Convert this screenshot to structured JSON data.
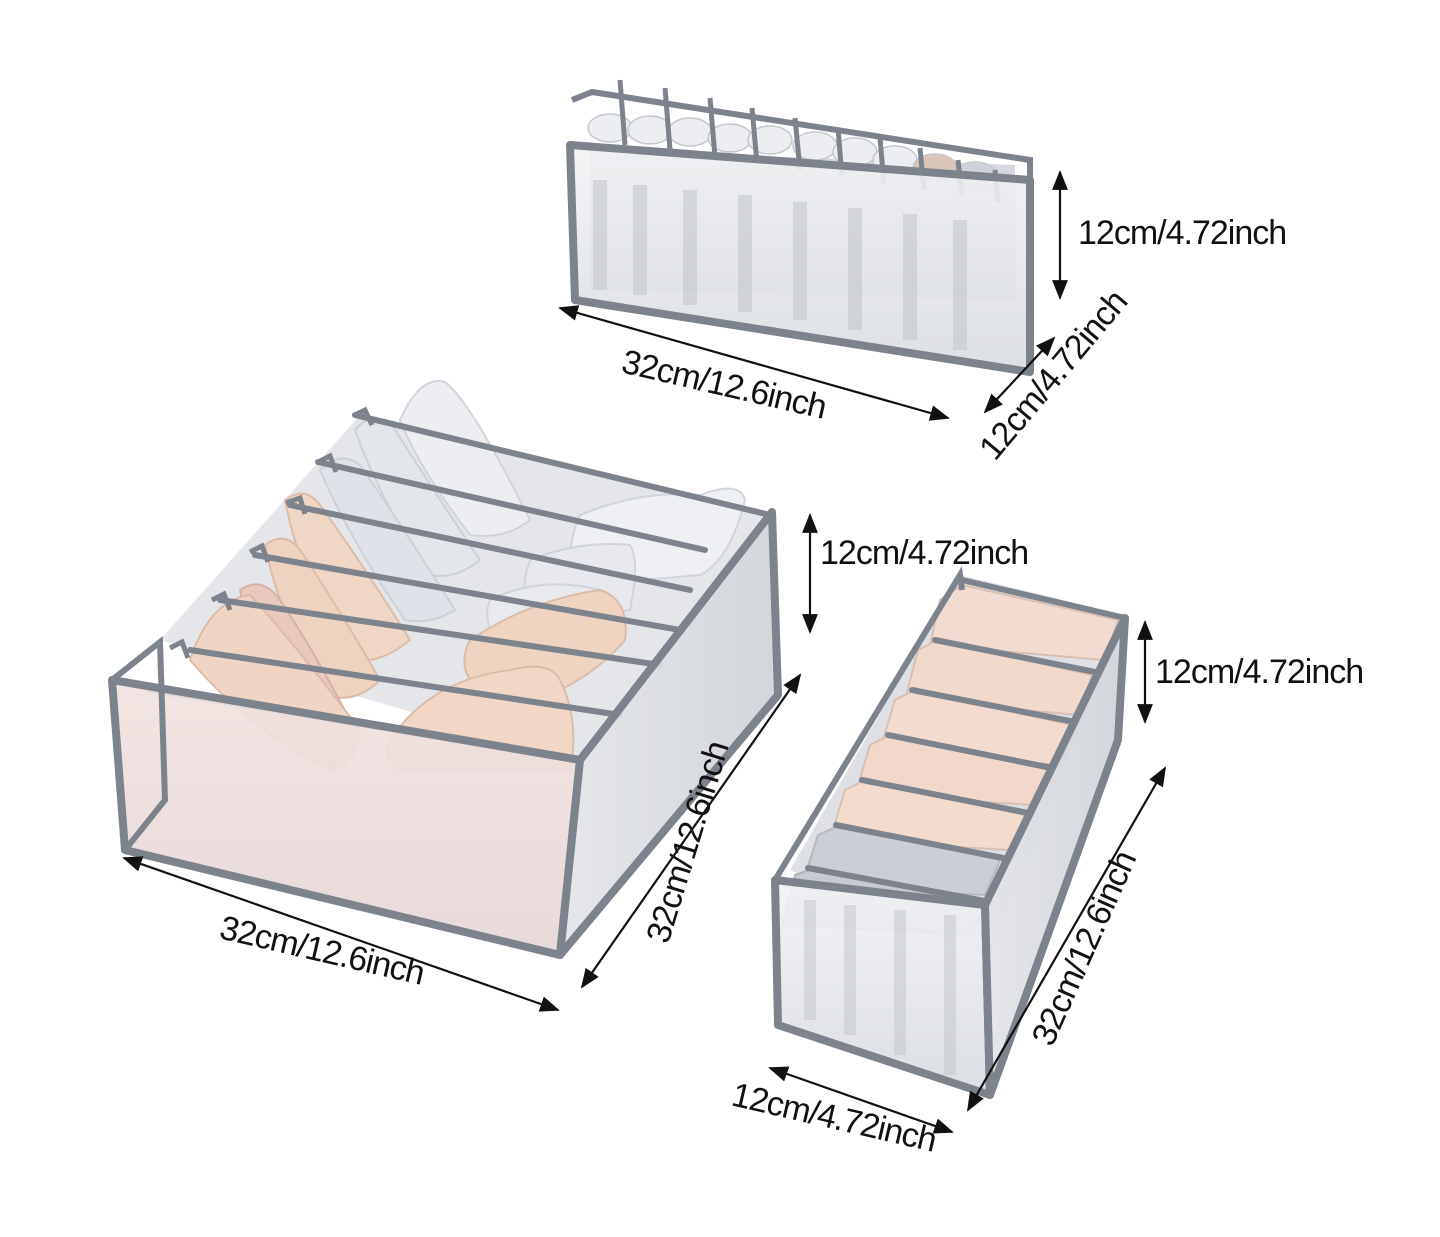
{
  "colors": {
    "border": "#7d838c",
    "mesh": "#e6e8ec",
    "mesh_shadow": "#c9ccd2",
    "nude": "#efd2c0",
    "pink": "#e7c3bd",
    "grey_bra": "#e9ebef",
    "background": "#ffffff"
  },
  "labels": {
    "box_a_height": "12cm/4.72inch",
    "box_a_length": "32cm/12.6inch",
    "box_a_width": "12cm/4.72inch",
    "box_b_height": "12cm/4.72inch",
    "box_b_length": "32cm/12.6inch",
    "box_b_width": "32cm/12.6inch",
    "box_c_height": "12cm/4.72inch",
    "box_c_width": "12cm/4.72inch",
    "box_c_length": "32cm/12.6inch"
  }
}
